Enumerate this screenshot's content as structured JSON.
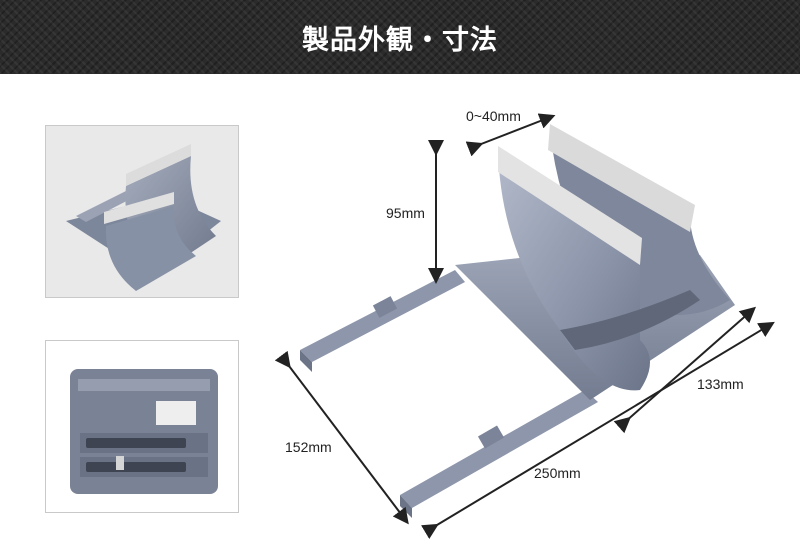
{
  "header": {
    "title": "製品外観・寸法"
  },
  "images": {
    "top_left": "stand-angle-view",
    "bottom_left": "stand-bottom-view",
    "main": "stand-dimensions-view"
  },
  "dimensions": {
    "slot_width": "0~40mm",
    "height": "95mm",
    "depth": "133mm",
    "extended_length": "152mm",
    "width": "250mm"
  },
  "colors": {
    "banner": "#2b2b2b",
    "product": "#8a93a8",
    "pad": "#e6e6e6"
  }
}
